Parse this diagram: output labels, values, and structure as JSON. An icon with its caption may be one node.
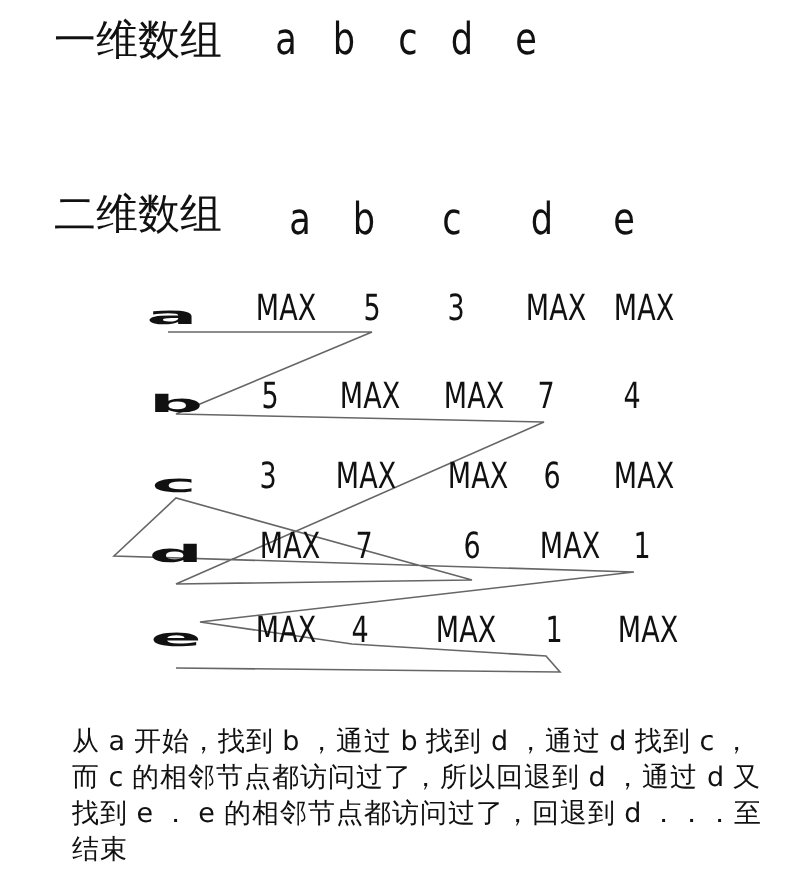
{
  "diagram": {
    "labels": [
      "一维数组",
      "a",
      "b",
      "c",
      "d",
      "e",
      "二维数组",
      "a",
      "b",
      "c",
      "d",
      "e",
      "a",
      "MAX",
      "5",
      "3",
      "MAX",
      "MAX",
      "b",
      "5",
      "MAX",
      "MAX",
      "7",
      "4",
      "c",
      "3",
      "MAX",
      "MAX",
      "6",
      "MAX",
      "d",
      "MAX",
      "7",
      "6",
      "MAX",
      "1",
      "e",
      "MAX",
      "4",
      "MAX",
      "1",
      "MAX",
      "从 a 开始，找到 b ，通过 b 找到 d ，通过 d 找到 c ，而 c 的相邻节点都访问过了，所以回退到 d ，通过 d 又找到 e ． e 的相邻节点都访问过了，回退到 d ．．．至结束"
    ]
  }
}
